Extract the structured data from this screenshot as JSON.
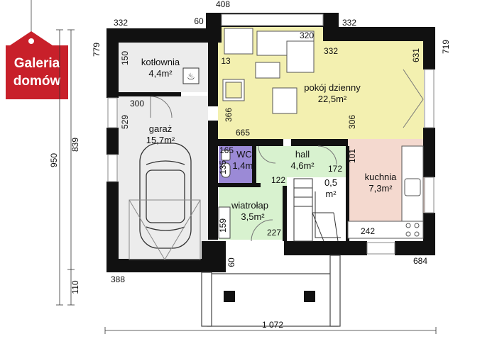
{
  "logo": {
    "line1": "Galeria",
    "line2": "domów",
    "color": "#c8202a"
  },
  "rooms": {
    "kotlownia": {
      "name": "kotłownia",
      "area": "4,4m²",
      "color": "#ececec"
    },
    "garaz": {
      "name": "garaż",
      "area": "15,7m²",
      "color": "#ececec"
    },
    "pokoj": {
      "name": "pokój dzienny",
      "area": "22,5m²",
      "color": "#f3f0b0"
    },
    "wc": {
      "name": "WC",
      "area": "1,4m²",
      "color": "#9b8ad6"
    },
    "hall": {
      "name": "hall",
      "area": "4,6m²",
      "color": "#d8f2cf"
    },
    "storage": {
      "name": "0,5",
      "area": "m²"
    },
    "kuchnia": {
      "name": "kuchnia",
      "area": "7,3m²",
      "color": "#f4d9cf"
    },
    "wiatrolap": {
      "name": "wiatrołap",
      "area": "3,5m²",
      "color": "#d8f2cf"
    }
  },
  "dims": {
    "top_332_left": "332",
    "top_408": "408",
    "top_60": "60",
    "top_332_right": "332",
    "top_320": "320",
    "d_332_mid": "332",
    "d_13": "13",
    "d_631": "631",
    "d_719": "719",
    "d_779": "779",
    "d_150": "150",
    "d_300": "300",
    "d_529": "529",
    "d_839": "839",
    "d_950": "950",
    "d_366": "366",
    "d_665": "665",
    "d_306": "306",
    "d_165": "165",
    "d_135": "135",
    "d_122": "122",
    "d_172": "172",
    "d_101": "101",
    "d_159": "159",
    "d_227": "227",
    "d_242": "242",
    "d_60_bottom": "60",
    "d_684": "684",
    "d_388": "388",
    "d_110": "110",
    "total_1072": "1 072"
  }
}
